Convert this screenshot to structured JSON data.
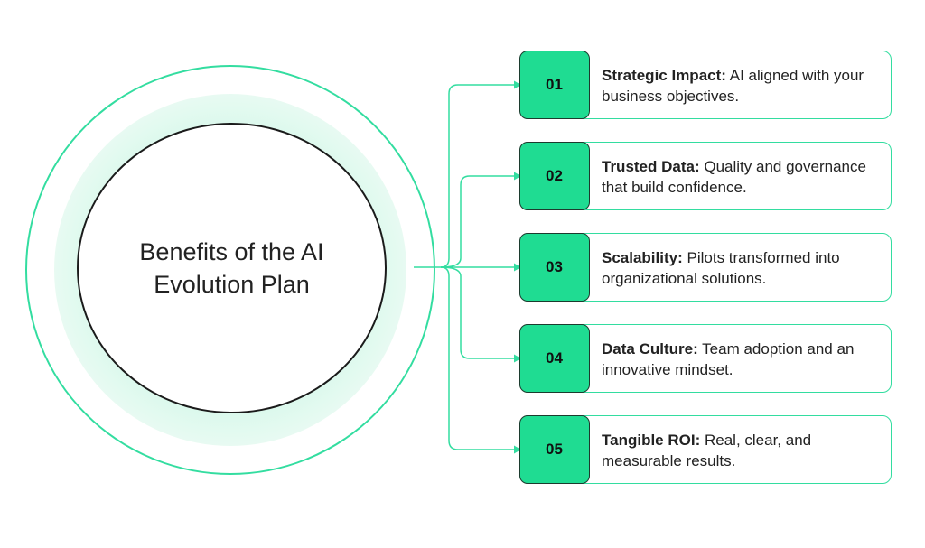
{
  "title": "Benefits of the AI Evolution Plan",
  "colors": {
    "accent": "#1fdc92",
    "line": "#33dda0",
    "text": "#222222"
  },
  "items": [
    {
      "number": "01",
      "heading": "Strategic Impact:",
      "text": "AI aligned with your business objectives."
    },
    {
      "number": "02",
      "heading": "Trusted Data:",
      "text": "Quality and governance that build confidence."
    },
    {
      "number": "03",
      "heading": "Scalability:",
      "text": "Pilots transformed into organizational solutions."
    },
    {
      "number": "04",
      "heading": "Data Culture:",
      "text": "Team adoption and an innovative mindset."
    },
    {
      "number": "05",
      "heading": "Tangible ROI:",
      "text": "Real, clear, and measurable results."
    }
  ]
}
